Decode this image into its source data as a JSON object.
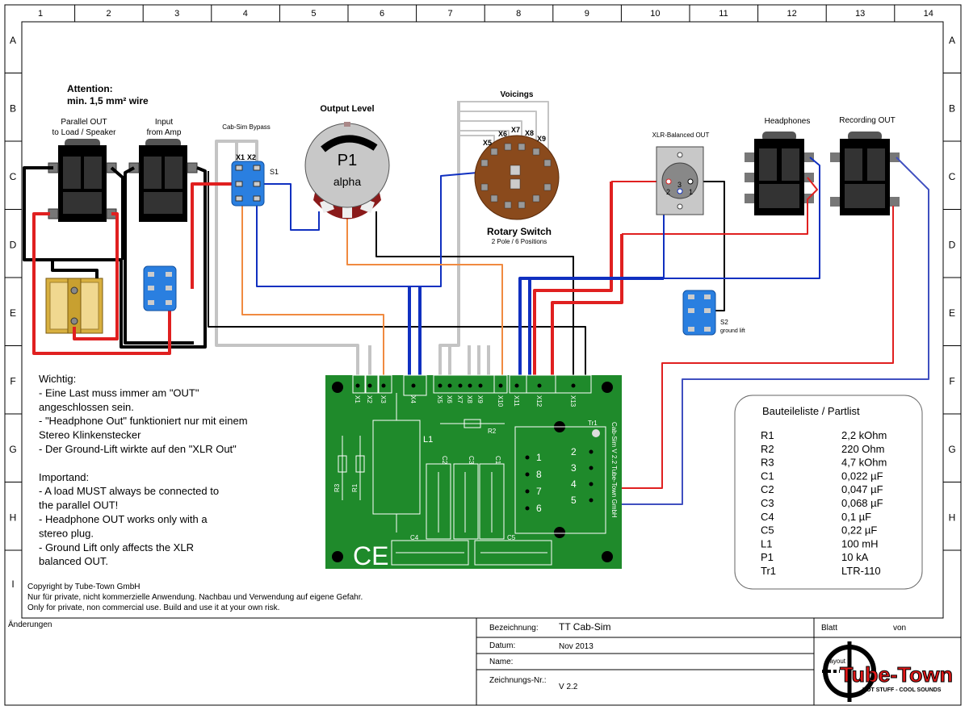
{
  "frame": {
    "columns": [
      "1",
      "2",
      "3",
      "4",
      "5",
      "6",
      "7",
      "8",
      "9",
      "10",
      "11",
      "12",
      "13",
      "14"
    ],
    "rows": [
      "A",
      "B",
      "C",
      "D",
      "E",
      "F",
      "G",
      "H",
      "I"
    ]
  },
  "attention": {
    "line1": "Attention:",
    "line2": "min. 1,5 mm² wire"
  },
  "labels": {
    "parallel_out_1": "Parallel OUT",
    "parallel_out_2": "to Load / Speaker",
    "input_1": "Input",
    "input_2": "from Amp",
    "cab_sim_bypass": "Cab-Sim Bypass",
    "s1": "S1",
    "s1_x1": "X1",
    "s1_x2": "X2",
    "output_level": "Output Level",
    "pot_name": "P1",
    "pot_taper": "alpha",
    "voicings": "Voicings",
    "rs_x5": "X5",
    "rs_x6": "X6",
    "rs_x7": "X7",
    "rs_x8": "X8",
    "rs_x9": "X9",
    "rotary_switch": "Rotary Switch",
    "rotary_switch_sub": "2 Pole / 6 Positions",
    "xlr": "XLR-Balanced OUT",
    "xlr_pin1": "1",
    "xlr_pin2": "2",
    "xlr_pin3": "3",
    "headphones": "Headphones",
    "recording_out": "Recording OUT",
    "s2": "S2",
    "s2_sub": "ground lift"
  },
  "pcb": {
    "connectors": [
      "X1",
      "X2",
      "X3",
      "X4",
      "X5",
      "X6",
      "X7",
      "X8",
      "X9",
      "X10",
      "X11",
      "X12",
      "X13"
    ],
    "l1": "L1",
    "r1": "R1",
    "r2": "R2",
    "r3": "R3",
    "c1": "C1",
    "c2": "C2",
    "c3": "C3",
    "c4": "C4",
    "c5": "C5",
    "tr1": "Tr1",
    "tr_pins_left": [
      "1",
      "8",
      "7",
      "6"
    ],
    "tr_pins_right": [
      "2",
      "3",
      "4",
      "5"
    ],
    "board_text": "Cab-Sim V 2.2 Tube-Town GmbH",
    "ce_mark": "CE",
    "color": "#1f8a2b"
  },
  "notes_de": {
    "title": "Wichtig:",
    "lines": [
      "- Eine Last muss immer am \"OUT\"",
      "angeschlossen sein.",
      "- \"Headphone Out\" funktioniert nur mit einem",
      "Stereo Klinkenstecker",
      "- Der Ground-Lift wirkte auf den \"XLR Out\""
    ]
  },
  "notes_en": {
    "title": "Importand:",
    "lines": [
      "- A load MUST always be connected to",
      "the parallel OUT!",
      "- Headphone OUT works only with  a",
      "stereo plug.",
      "- Ground Lift only affects the XLR",
      "balanced OUT."
    ]
  },
  "partlist": {
    "title": "Bauteileliste / Partlist",
    "items": [
      {
        "ref": "R1",
        "value": "2,2 kOhm"
      },
      {
        "ref": "R2",
        "value": "220 Ohm"
      },
      {
        "ref": "R3",
        "value": "4,7 kOhm"
      },
      {
        "ref": "C1",
        "value": "0,022 µF"
      },
      {
        "ref": "C2",
        "value": "0,047 µF"
      },
      {
        "ref": "C3",
        "value": "0,068 µF"
      },
      {
        "ref": "C4",
        "value": "0,1 µF"
      },
      {
        "ref": "C5",
        "value": "0,22 µF"
      },
      {
        "ref": "L1",
        "value": "100 mH"
      },
      {
        "ref": "P1",
        "value": "10 kA"
      },
      {
        "ref": "Tr1",
        "value": "LTR-110"
      }
    ]
  },
  "copyright": {
    "line1": "Copyright by Tube-Town GmbH",
    "line2": "Nur für private, nicht kommerzielle Anwendung. Nachbau und Verwendung auf eigene Gefahr.",
    "line3": "Only for private, non commercial use. Build and use it at your own risk."
  },
  "title_block": {
    "changes_label": "Änderungen",
    "designation_label": "Bezeichnung:",
    "designation_value": "TT Cab-Sim",
    "date_label": "Datum:",
    "date_value": "Nov 2013",
    "name_label": "Name:",
    "drawing_no_label": "Zeichnungs-Nr.:",
    "drawing_no_value": "V 2.2",
    "sheet_label": "Blatt",
    "of_label": "von",
    "logo_layout": "Layout",
    "logo_text": "Tube-Town",
    "logo_tagline": "HOT STUFF - COOL SOUNDS"
  },
  "colors": {
    "wire_red": "#e02020",
    "wire_blue": "#1030c0",
    "wire_black": "#000000",
    "wire_gray": "#c4c4c4",
    "wire_orange": "#f08a40",
    "switch_blue": "#2a7fe0",
    "rotary_brown": "#8a4a1c"
  }
}
